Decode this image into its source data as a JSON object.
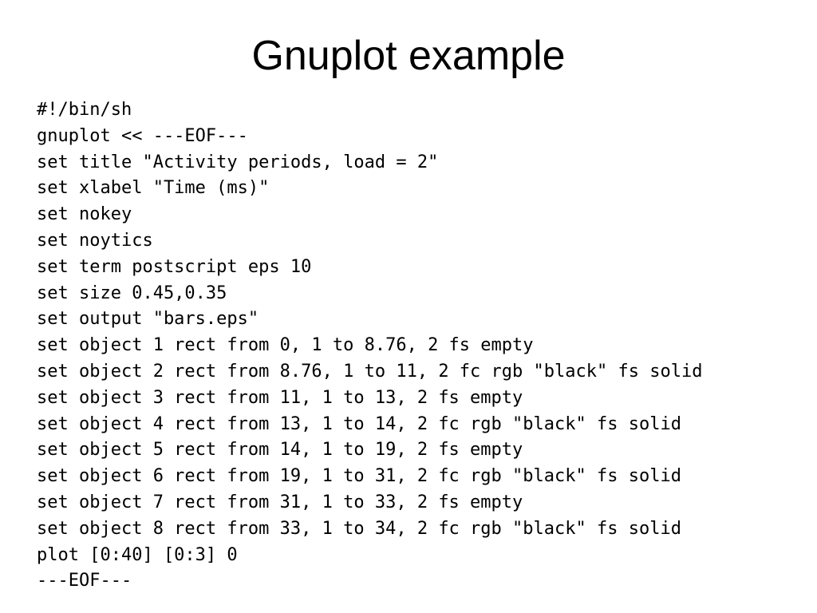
{
  "slide": {
    "title": "Gnuplot example",
    "code_lines": [
      "#!/bin/sh",
      "gnuplot << ---EOF---",
      "set title \"Activity periods, load = 2\"",
      "set xlabel \"Time (ms)\"",
      "set nokey",
      "set noytics",
      "set term postscript eps 10",
      "set size 0.45,0.35",
      "set output \"bars.eps\"",
      "set object 1 rect from 0, 1 to 8.76, 2 fs empty",
      "set object 2 rect from 8.76, 1 to 11, 2 fc rgb \"black\" fs solid",
      "set object 3 rect from 11, 1 to 13, 2 fs empty",
      "set object 4 rect from 13, 1 to 14, 2 fc rgb \"black\" fs solid",
      "set object 5 rect from 14, 1 to 19, 2 fs empty",
      "set object 6 rect from 19, 1 to 31, 2 fc rgb \"black\" fs solid",
      "set object 7 rect from 31, 1 to 33, 2 fs empty",
      "set object 8 rect from 33, 1 to 34, 2 fc rgb \"black\" fs solid",
      "plot [0:40] [0:3] 0",
      "---EOF---"
    ]
  }
}
